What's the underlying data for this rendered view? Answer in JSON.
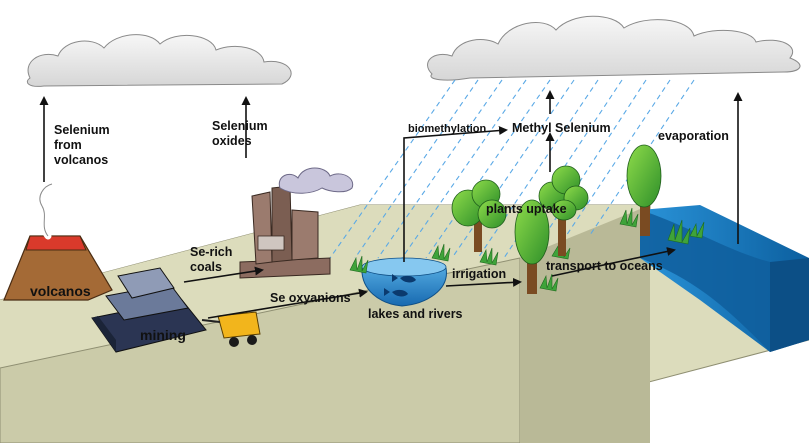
{
  "labels": {
    "selenium_from_volcanos": [
      "Selenium",
      "from",
      "volcanos"
    ],
    "selenium_oxides": [
      "Selenium",
      "oxides"
    ],
    "biomethylation": "biomethylation",
    "methyl_selenium": "Methyl Selenium",
    "evaporation": "evaporation",
    "plants_uptake": "plants uptake",
    "se_rich_coals": [
      "Se-rich",
      "coals"
    ],
    "irrigation": "irrigation",
    "transport_to_oceans": "transport to oceans",
    "volcanos": "volcanos",
    "se_oxyanions": "Se oxyanions",
    "mining": "mining",
    "lakes_and_rivers": "lakes and rivers"
  },
  "colors": {
    "ground_top": "#dcdcbc",
    "ground_front": "#c8c8a6",
    "ground_side": "#b4b494",
    "ocean": "#1a7fc6",
    "ocean_dark": "#0f5e9c",
    "volcano": "#a46a36",
    "lava": "#d93a2b",
    "mine": "#6b7a9a",
    "factory": "#9b7b6e",
    "tree_green": "#4bb53a",
    "trunk": "#7a4b22",
    "cloud": "#ededed",
    "rain": "#5aa9e6",
    "arrow": "#111111"
  }
}
